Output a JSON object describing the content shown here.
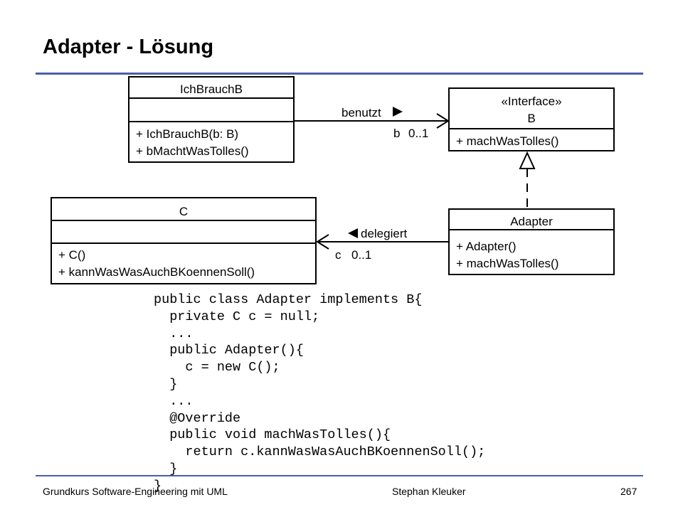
{
  "slide": {
    "title": "Adapter - Lösung"
  },
  "diagram": {
    "classes": {
      "ichbrauchb": {
        "name": "IchBrauchB",
        "ops": [
          "+ IchBrauchB(b: B)",
          "+ bMachtWasTolles()"
        ]
      },
      "b": {
        "stereotype": "«Interface»",
        "name": "B",
        "ops": [
          "+ machWasTolles()"
        ]
      },
      "c": {
        "name": "C",
        "ops": [
          "+ C()",
          "+ kannWasWasAuchBKoennenSoll()"
        ]
      },
      "adapter": {
        "name": "Adapter",
        "ops": [
          "+ Adapter()",
          "+ machWasTolles()"
        ]
      }
    },
    "relations": {
      "benutzt": {
        "label": "benutzt",
        "role": "b",
        "mult": "0..1"
      },
      "delegiert": {
        "label": "delegiert",
        "role": "c",
        "mult": "0..1"
      }
    }
  },
  "code": {
    "text": "public class Adapter implements B{\n  private C c = null;\n  ...\n  public Adapter(){\n    c = new C();\n  }\n  ...\n  @Override\n  public void machWasTolles(){\n    return c.kannWasWasAuchBKoennenSoll();\n  }\n}"
  },
  "footer": {
    "left": "Grundkurs Software-Engineering mit UML",
    "center": "Stephan Kleuker",
    "page": "267"
  }
}
